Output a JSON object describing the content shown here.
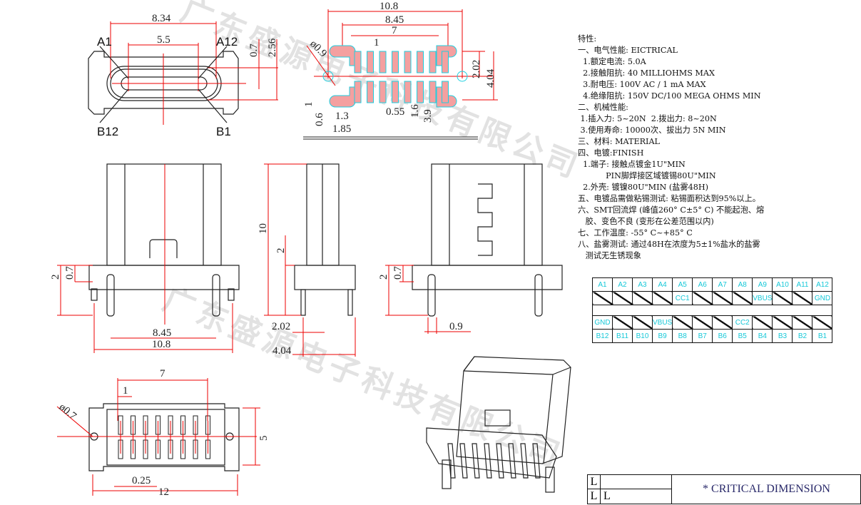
{
  "watermark": "广东盛源电子科技有限公司",
  "front_view": {
    "d_width": "8.34",
    "d_inner": "5.5",
    "pin_a1": "A1",
    "pin_a12": "A12",
    "pin_b12": "B12",
    "pin_b1": "B1",
    "d_07": "0.7",
    "d_256": "2.56"
  },
  "footprint": {
    "d_108": "10.8",
    "d_845": "8.45",
    "d_7": "7",
    "d_1": "1",
    "d_dia": "ø0.9",
    "d_202": "2.02",
    "d_404": "4.04",
    "d_1b": "1",
    "d_06": "0.6",
    "d_13": "1.3",
    "d_185": "1.85",
    "d_055": "0.55",
    "d_16": "1.6",
    "d_39": "3.9"
  },
  "side_left": {
    "d_2": "2",
    "d_07": "0.7",
    "d_845": "8.45",
    "d_108": "10.8"
  },
  "side_mid": {
    "d_10": "10",
    "d_2": "2",
    "d_202": "2.02",
    "d_404": "4.04"
  },
  "side_right": {
    "d_2": "2",
    "d_09": "0.9"
  },
  "bottom_view": {
    "d_7": "7",
    "d_1": "1",
    "d_dia": "ø0.7",
    "d_5": "5",
    "d_025": "0.25",
    "d_12": "12"
  },
  "spec": [
    "特性:",
    "一、电气性能: EICTRICAL",
    "  1.额定电流: 5.0A",
    "  2.接触阻抗: 40 MILLIOHMS MAX",
    "  3.耐电压: 100V AC / 1 mA MAX",
    "  4.绝缘阻抗: 150V DC/100 MEGA OHMS MIN",
    "二、机械性能:",
    " 1.插入力: 5~20N  2.拨出力: 8~20N",
    " 3.使用寿命: 10000次、拔出力 5N MIN",
    "三、材料: MATERIAL",
    "四、电镀:FINISH",
    "  1.端子: 接触点镀金1U\"MIN",
    "           PIN脚焊接区域镀锡80U\"MIN",
    "  2.外壳: 镀镍80U\"MIN (盐雾48H)",
    "五、电镀品需做粘锡测试: 粘锡面积达到95%以上。",
    "六、SMT回流焊 (峰值260° C±5° C) 不能起泡、熔",
    "   胶、变色不良 (变形在公差范围以内)",
    "七、工作温度: -55° C~+85° C",
    "八、盐雾测试: 通过48H在浓度为5±1%盐水的盐雾",
    "   测试无生锈现象"
  ],
  "pin_table": {
    "a_pins": [
      "A1",
      "A2",
      "A3",
      "A4",
      "A5",
      "A6",
      "A7",
      "A8",
      "A9",
      "A10",
      "A11",
      "A12"
    ],
    "a_signals": [
      "",
      "",
      "",
      "",
      "CC1",
      "",
      "",
      "",
      "VBUS",
      "",
      "",
      "GND"
    ],
    "b_signals": [
      "GND",
      "",
      "",
      "VBUS",
      "",
      "",
      "",
      "CC2",
      "",
      "",
      "",
      ""
    ],
    "b_pins": [
      "B12",
      "B11",
      "B10",
      "B9",
      "B8",
      "B7",
      "B6",
      "B5",
      "B4",
      "B3",
      "B2",
      "B1"
    ],
    "text_color": "#16c8d8"
  },
  "title_block": {
    "l1": "L",
    "l2": "L",
    "l3": "L",
    "critical": "* CRITICAL  DIMENSION"
  }
}
